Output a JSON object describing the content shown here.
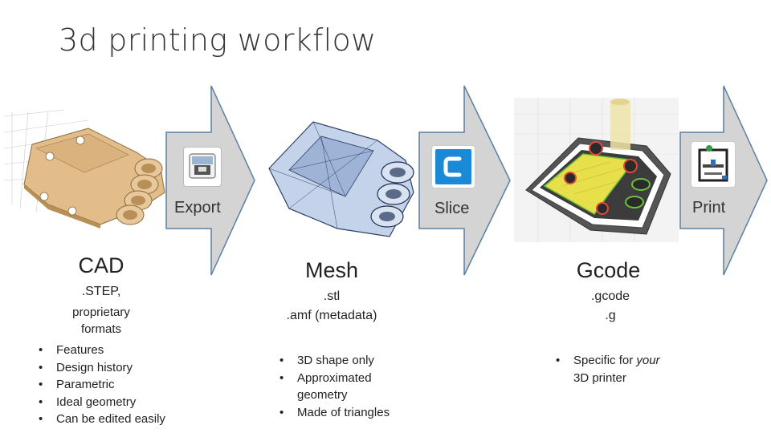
{
  "title": "3d printing workflow",
  "arrows": {
    "export": "Export",
    "slice": "Slice",
    "print": "Print"
  },
  "stages": {
    "cad": {
      "title": "CAD",
      "formats": [
        ".STEP,",
        "proprietary",
        "formats"
      ],
      "bullets": [
        "Features",
        "Design history",
        "Parametric",
        "Ideal geometry",
        "Can be edited easily"
      ]
    },
    "mesh": {
      "title": "Mesh",
      "formats": [
        ".stl",
        ".amf (metadata)"
      ],
      "bullets": [
        "3D shape only",
        "Approximated",
        "geometry",
        "Made of triangles"
      ]
    },
    "gcode": {
      "title": "Gcode",
      "formats": [
        ".gcode",
        ".g"
      ],
      "bullets": [
        "Specific for ",
        "your",
        "3D printer"
      ]
    }
  },
  "colors": {
    "arrow_fill": "#d4d4d4",
    "arrow_stroke": "#5b7fa3",
    "cad_part": "#d9b27e",
    "mesh_part": "#b8c8e0",
    "infill": "#e8e04a",
    "cura_blue": "#1a8ad6"
  },
  "icons": [
    "export-app-icon",
    "cura-slicer-icon",
    "3d-printer-icon"
  ]
}
